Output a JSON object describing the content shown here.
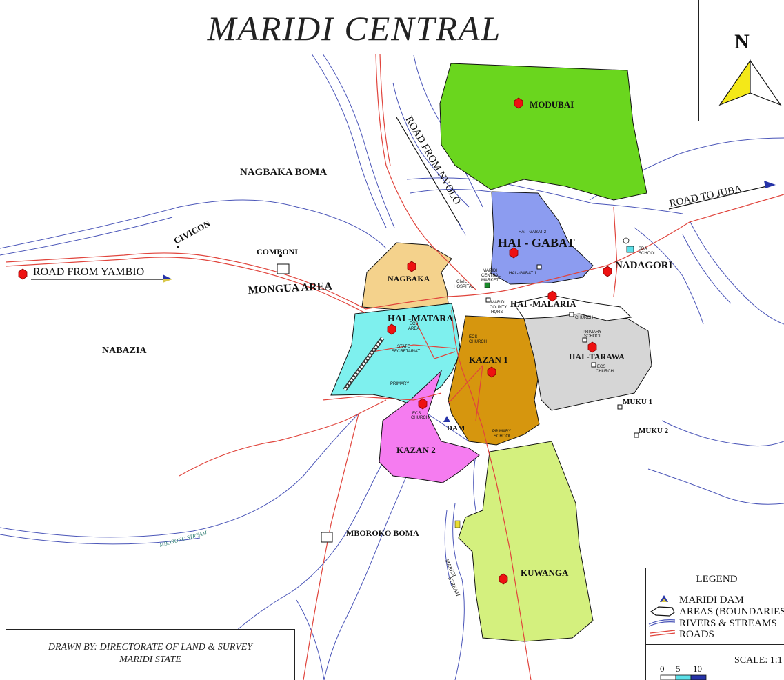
{
  "title": "MARIDI CENTRAL",
  "north_label": "N",
  "roads": {
    "from_yambio": "ROAD FROM YAMBIO",
    "from_nvolo": "ROAD FROM NVOLO",
    "to_juba": "ROAD TO JUBA"
  },
  "areas": {
    "modubai": "MODUBAI",
    "hai_gabat": "HAI - GABAT",
    "nadagori": "NADAGORI",
    "nagbaka": "NAGBAKA",
    "hai_matara": "HAI -MATARA",
    "hai_malaria": "HAI -MALARIA",
    "hai_tarawa": "HAI -TARAWA",
    "kazan_1": "KAZAN 1",
    "kazan_2": "KAZAN 2",
    "kuwanga": "KUWANGA"
  },
  "places": {
    "nagbaka_boma": "NAGBAKA BOMA",
    "civicon": "CIVICON",
    "comboni": "COMBONI",
    "mongua_area": "MONGUA AREA",
    "nabazia": "NABAZIA",
    "mboroko_boma": "MBOROKO BOMA",
    "muku_1": "MUKU 1",
    "muku_2": "MUKU 2",
    "dam": "DAM"
  },
  "streams": {
    "mboroko_stream": "MBORONO STREAM",
    "maridi_stream_a": "MARIDI",
    "maridi_stream_b": "STREAM"
  },
  "small_labels": {
    "sda_school_1": "SDA",
    "sda_school_2": "SCHOOL",
    "ecs_church": "ECS",
    "church": "CHURCH",
    "primary": "PRIMARY",
    "school": "SCHOOL",
    "hai_gabat_2": "HAI - GABAT 2",
    "hai_gabat_1": "HAI - GABAT 1",
    "maridi_central_market_1": "MARIDI",
    "maridi_central_market_2": "CENTRAL",
    "maridi_central_market_3": "MARKET",
    "civil_hospital_1": "CIVIL",
    "civil_hospital_2": "HOSPITAL",
    "county_hqs_1": "MARIDI",
    "county_hqs_2": "COUNTY",
    "county_hqs_3": "HQRS",
    "state_secretariat_1": "STATE",
    "state_secretariat_2": "SECRETARIAT",
    "ecs_area_1": "ECS",
    "ecs_area_2": "AREA"
  },
  "legend": {
    "title": "LEGEND",
    "items": [
      {
        "label": "MARIDI DAM",
        "icon": "dam-triangle-icon"
      },
      {
        "label": "AREAS (BOUNDARIES",
        "icon": "area-boundary-icon"
      },
      {
        "label": "RIVERS & STREAMS",
        "icon": "river-lines-icon"
      },
      {
        "label": "ROADS",
        "icon": "road-lines-icon"
      }
    ],
    "scale_label": "SCALE: 1:1",
    "scale_ticks": [
      "0",
      "5",
      "10"
    ]
  },
  "credit": {
    "line1": "DRAWN BY:   DIRECTORATE OF LAND & SURVEY",
    "line2": "MARIDI STATE"
  },
  "colors": {
    "modubai": "#6ad61e",
    "hai_gabat": "#8c9cf0",
    "nagbaka": "#f4d28c",
    "hai_matara": "#7ef0ee",
    "kazan_1": "#d6960e",
    "kazan_2": "#f57cf0",
    "hai_tarawa": "#d6d6d6",
    "kuwanga": "#d4f07e",
    "river": "#4a55b8",
    "road": "#e0443c",
    "marker": "#ee1111"
  }
}
